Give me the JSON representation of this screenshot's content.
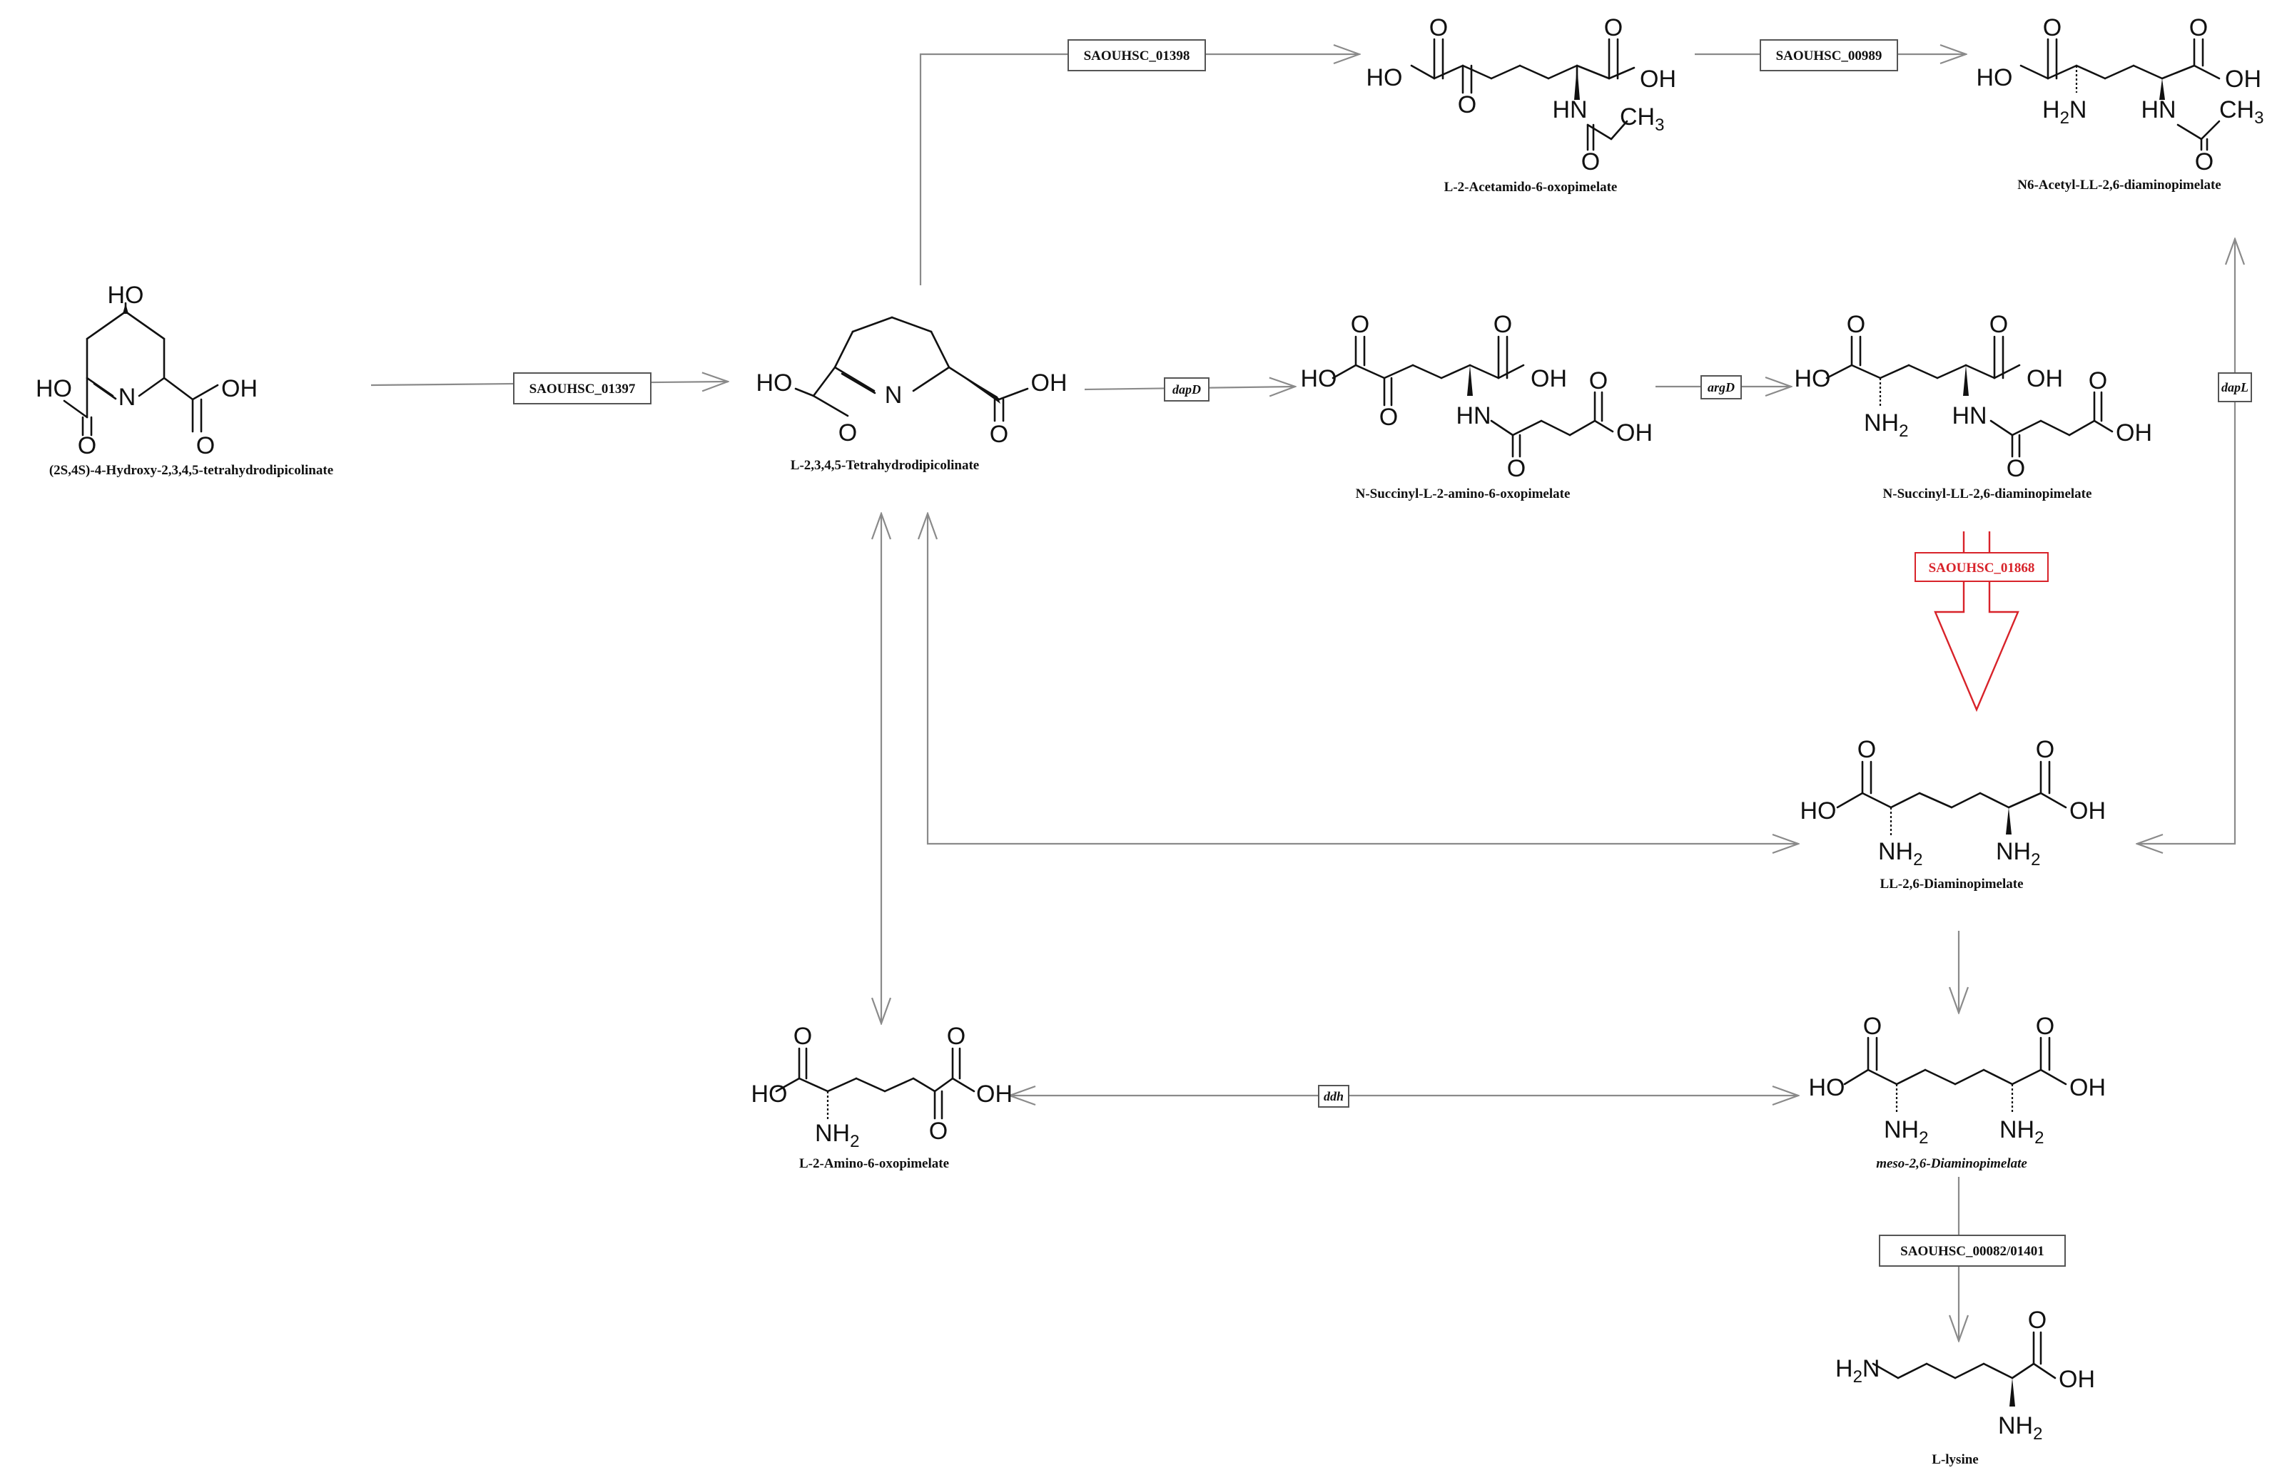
{
  "compounds": {
    "c1": {
      "name": "(2S,4S)-4-Hydroxy-2,3,4,5-tetrahydrodipicolinate"
    },
    "c2": {
      "name": "L-2,3,4,5-Tetrahydrodipicolinate"
    },
    "c3": {
      "name": "L-2-Acetamido-6-oxopimelate"
    },
    "c4": {
      "name": "N6-Acetyl-LL-2,6-diaminopimelate"
    },
    "c5": {
      "name": "N-Succinyl-L-2-amino-6-oxopimelate"
    },
    "c6": {
      "name": "N-Succinyl-LL-2,6-diaminopimelate"
    },
    "c7": {
      "name": "LL-2,6-Diaminopimelate"
    },
    "c8": {
      "name": "L-2-Amino-6-oxopimelate"
    },
    "c9": {
      "name": "meso-2,6-Diaminopimelate"
    },
    "c10": {
      "name": "L-lysine"
    }
  },
  "enzymes": {
    "e1": "SAOUHSC_01397",
    "e2": "SAOUHSC_01398",
    "e3": "SAOUHSC_00989",
    "e4": "dapD",
    "e5": "argD",
    "e6": "dapL",
    "e7": "SAOUHSC_01868",
    "e8": "ddh",
    "e9": "SAOUHSC_00082/01401"
  },
  "atoms": {
    "ho": "HO",
    "oh": "OH",
    "o": "O",
    "n": "N",
    "nh": "HN",
    "nh2": "NH",
    "h2n": "H",
    "ch3": "CH",
    "sub2": "2",
    "sub3": "3",
    "nletter": "N"
  },
  "colors": {
    "highlight": "#d8232a",
    "arrow": "#8a8a8a",
    "text": "#111111"
  }
}
